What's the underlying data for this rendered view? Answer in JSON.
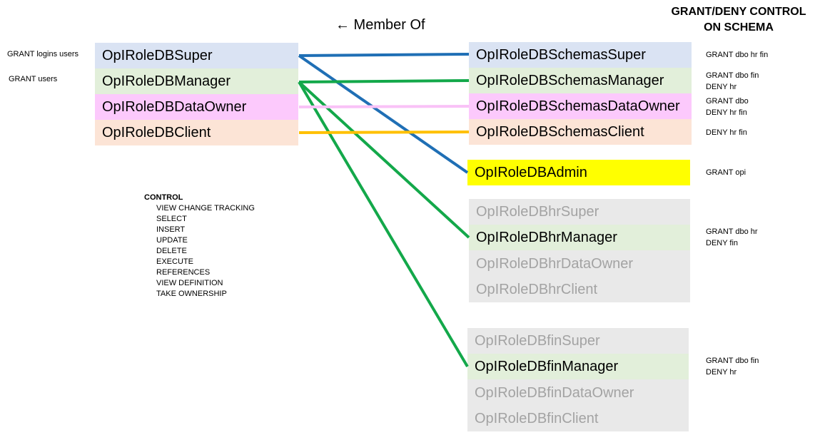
{
  "header": {
    "title_line1": "GRANT/DENY CONTROL",
    "title_line2": "ON SCHEMA",
    "member_of": "← Member Of"
  },
  "left_notes": {
    "super": "GRANT logins users",
    "manager": "GRANT users"
  },
  "left_roles": [
    {
      "label": "OpIRoleDBSuper",
      "color": "#dae3f3"
    },
    {
      "label": "OpIRoleDBManager",
      "color": "#e2efda"
    },
    {
      "label": "OpIRoleDBDataOwner",
      "color": "#fcc9fc"
    },
    {
      "label": "OpIRoleDBClient",
      "color": "#fce4d6"
    }
  ],
  "schema_roles": [
    {
      "label": "OpIRoleDBSchemasSuper",
      "color": "#dae3f3",
      "note": [
        "GRANT dbo hr fin"
      ]
    },
    {
      "label": "OpIRoleDBSchemasManager",
      "color": "#e2efda",
      "note": [
        "GRANT dbo fin",
        "DENY hr"
      ]
    },
    {
      "label": "OpIRoleDBSchemasDataOwner",
      "color": "#fcc9fc",
      "note": [
        "GRANT dbo",
        "DENY hr fin"
      ]
    },
    {
      "label": "OpIRoleDBSchemasClient",
      "color": "#fce4d6",
      "note": [
        "DENY hr fin"
      ]
    }
  ],
  "admin_role": {
    "label": "OpIRoleDBAdmin",
    "color": "#ffff00",
    "note": "GRANT opi"
  },
  "hr_group": {
    "items": [
      "OpIRoleDBhrSuper",
      "OpIRoleDBhrManager",
      "OpIRoleDBhrDataOwner",
      "OpIRoleDBhrClient"
    ],
    "note": [
      "GRANT dbo hr",
      "DENY fin"
    ]
  },
  "fin_group": {
    "items": [
      "OpIRoleDBfinSuper",
      "OpIRoleDBfinManager",
      "OpIRoleDBfinDataOwner",
      "OpIRoleDBfinClient"
    ],
    "note": [
      "GRANT dbo fin",
      "DENY hr"
    ]
  },
  "control": {
    "title": "CONTROL",
    "items": [
      "VIEW CHANGE TRACKING",
      "SELECT",
      "INSERT",
      "UPDATE",
      "DELETE",
      "EXECUTE",
      "REFERENCES",
      "VIEW DEFINITION",
      "TAKE OWNERSHIP"
    ]
  },
  "colors": {
    "super_line": "#1f6fb5",
    "manager_line": "#13a84a",
    "dataowner_line": "#f9c2f7",
    "client_line": "#ffc000",
    "active_manager_bg": "#e2efda",
    "group_bg": "#e9e9e9",
    "dim_text": "#a3a3a3"
  }
}
